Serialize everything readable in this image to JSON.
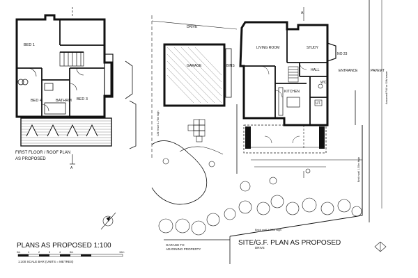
{
  "first_floor": {
    "rooms": {
      "bed1": "BED 1",
      "bed4": "BED 4",
      "bathrm": "BATHRM",
      "bed3": "BED 3"
    },
    "caption_line1": "FIRST FLOOR / ROOF PLAN",
    "caption_line2": "AS PROPOSED",
    "section_marker": "A"
  },
  "site_plan": {
    "drive_top": "DRIVE",
    "garage": "GARAGE",
    "bins": "BINS",
    "living_room": "LIVING ROOM",
    "study": "STUDY",
    "no23": "NO 23",
    "hall": "HALL",
    "entrance": "ENTRANCE",
    "pavement": "PAVEMT",
    "kitchen": "KITCHEN",
    "wc": "WC",
    "ut": "UT.",
    "cb_fence": "C/B fence 1.75m high",
    "brick_wall_side": "Brick wall 1.35m high",
    "brick_wall_bottom": "Brick wall 1.35m high",
    "assumed_sewer": "Assumed F/W or S/W sewer",
    "garage_adjoining": "GARAGE TO ADJOINING PROPERTY",
    "drive_bottom": "DRIVE",
    "title": "SITE/G.F. PLAN AS PROPOSED",
    "section_marker": "A"
  },
  "footer": {
    "title": "PLANS AS PROPOSED 1:100",
    "scale_bar_caption": "1:100 SCALE BAR (UNITS = METRES)",
    "scale_ticks": [
      "0m",
      "1",
      "2",
      "3",
      "4",
      "5m",
      "10m"
    ]
  }
}
